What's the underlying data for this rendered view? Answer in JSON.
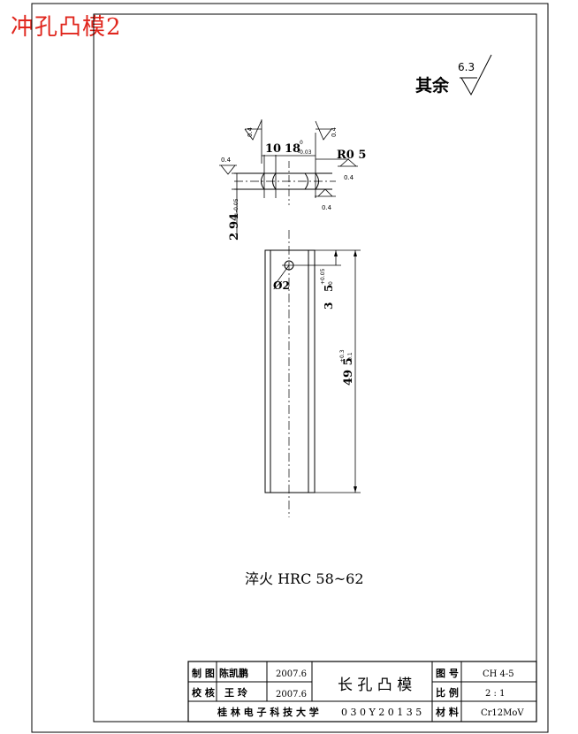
{
  "title_overlay": "冲孔凸模2",
  "roughness_note": {
    "label": "其余",
    "value": "6.3"
  },
  "side_view": {
    "dims": {
      "d10": "10",
      "d18": "18",
      "d18_upper": "0",
      "d18_lower": "-0.03",
      "r05": "R0 5",
      "d2": "2",
      "d94": "94",
      "d94_tol": "-0.05"
    },
    "roughness": [
      "0.4",
      "0.4",
      "0.4",
      "0.4",
      "0.4"
    ]
  },
  "front_view": {
    "hole": "Ø2",
    "d5": "5",
    "d5_upper": "+0.05",
    "d5_lower": "0",
    "d3": "3",
    "d49": "49 5",
    "d49_upper": "+0.3",
    "d49_lower": "-0.1"
  },
  "heat_treatment": "淬火 HRC 58~62",
  "title_block": {
    "drawn_label": "制 图",
    "drawn_name": "陈凯鹏",
    "drawn_date": "2007.6",
    "checked_label": "校 核",
    "checked_name": "王 玲",
    "checked_date": "2007.6",
    "part_name": "长 孔 凸 模",
    "drawing_no_label": "图 号",
    "drawing_no": "CH 4-5",
    "scale_label": "比 例",
    "scale": "2 : 1",
    "school": "桂 林 电 子 科 技 大 学",
    "student_id": "0 3 0 Y 2 0 1 3 5",
    "material_label": "材 料",
    "material": "Cr12MoV"
  }
}
